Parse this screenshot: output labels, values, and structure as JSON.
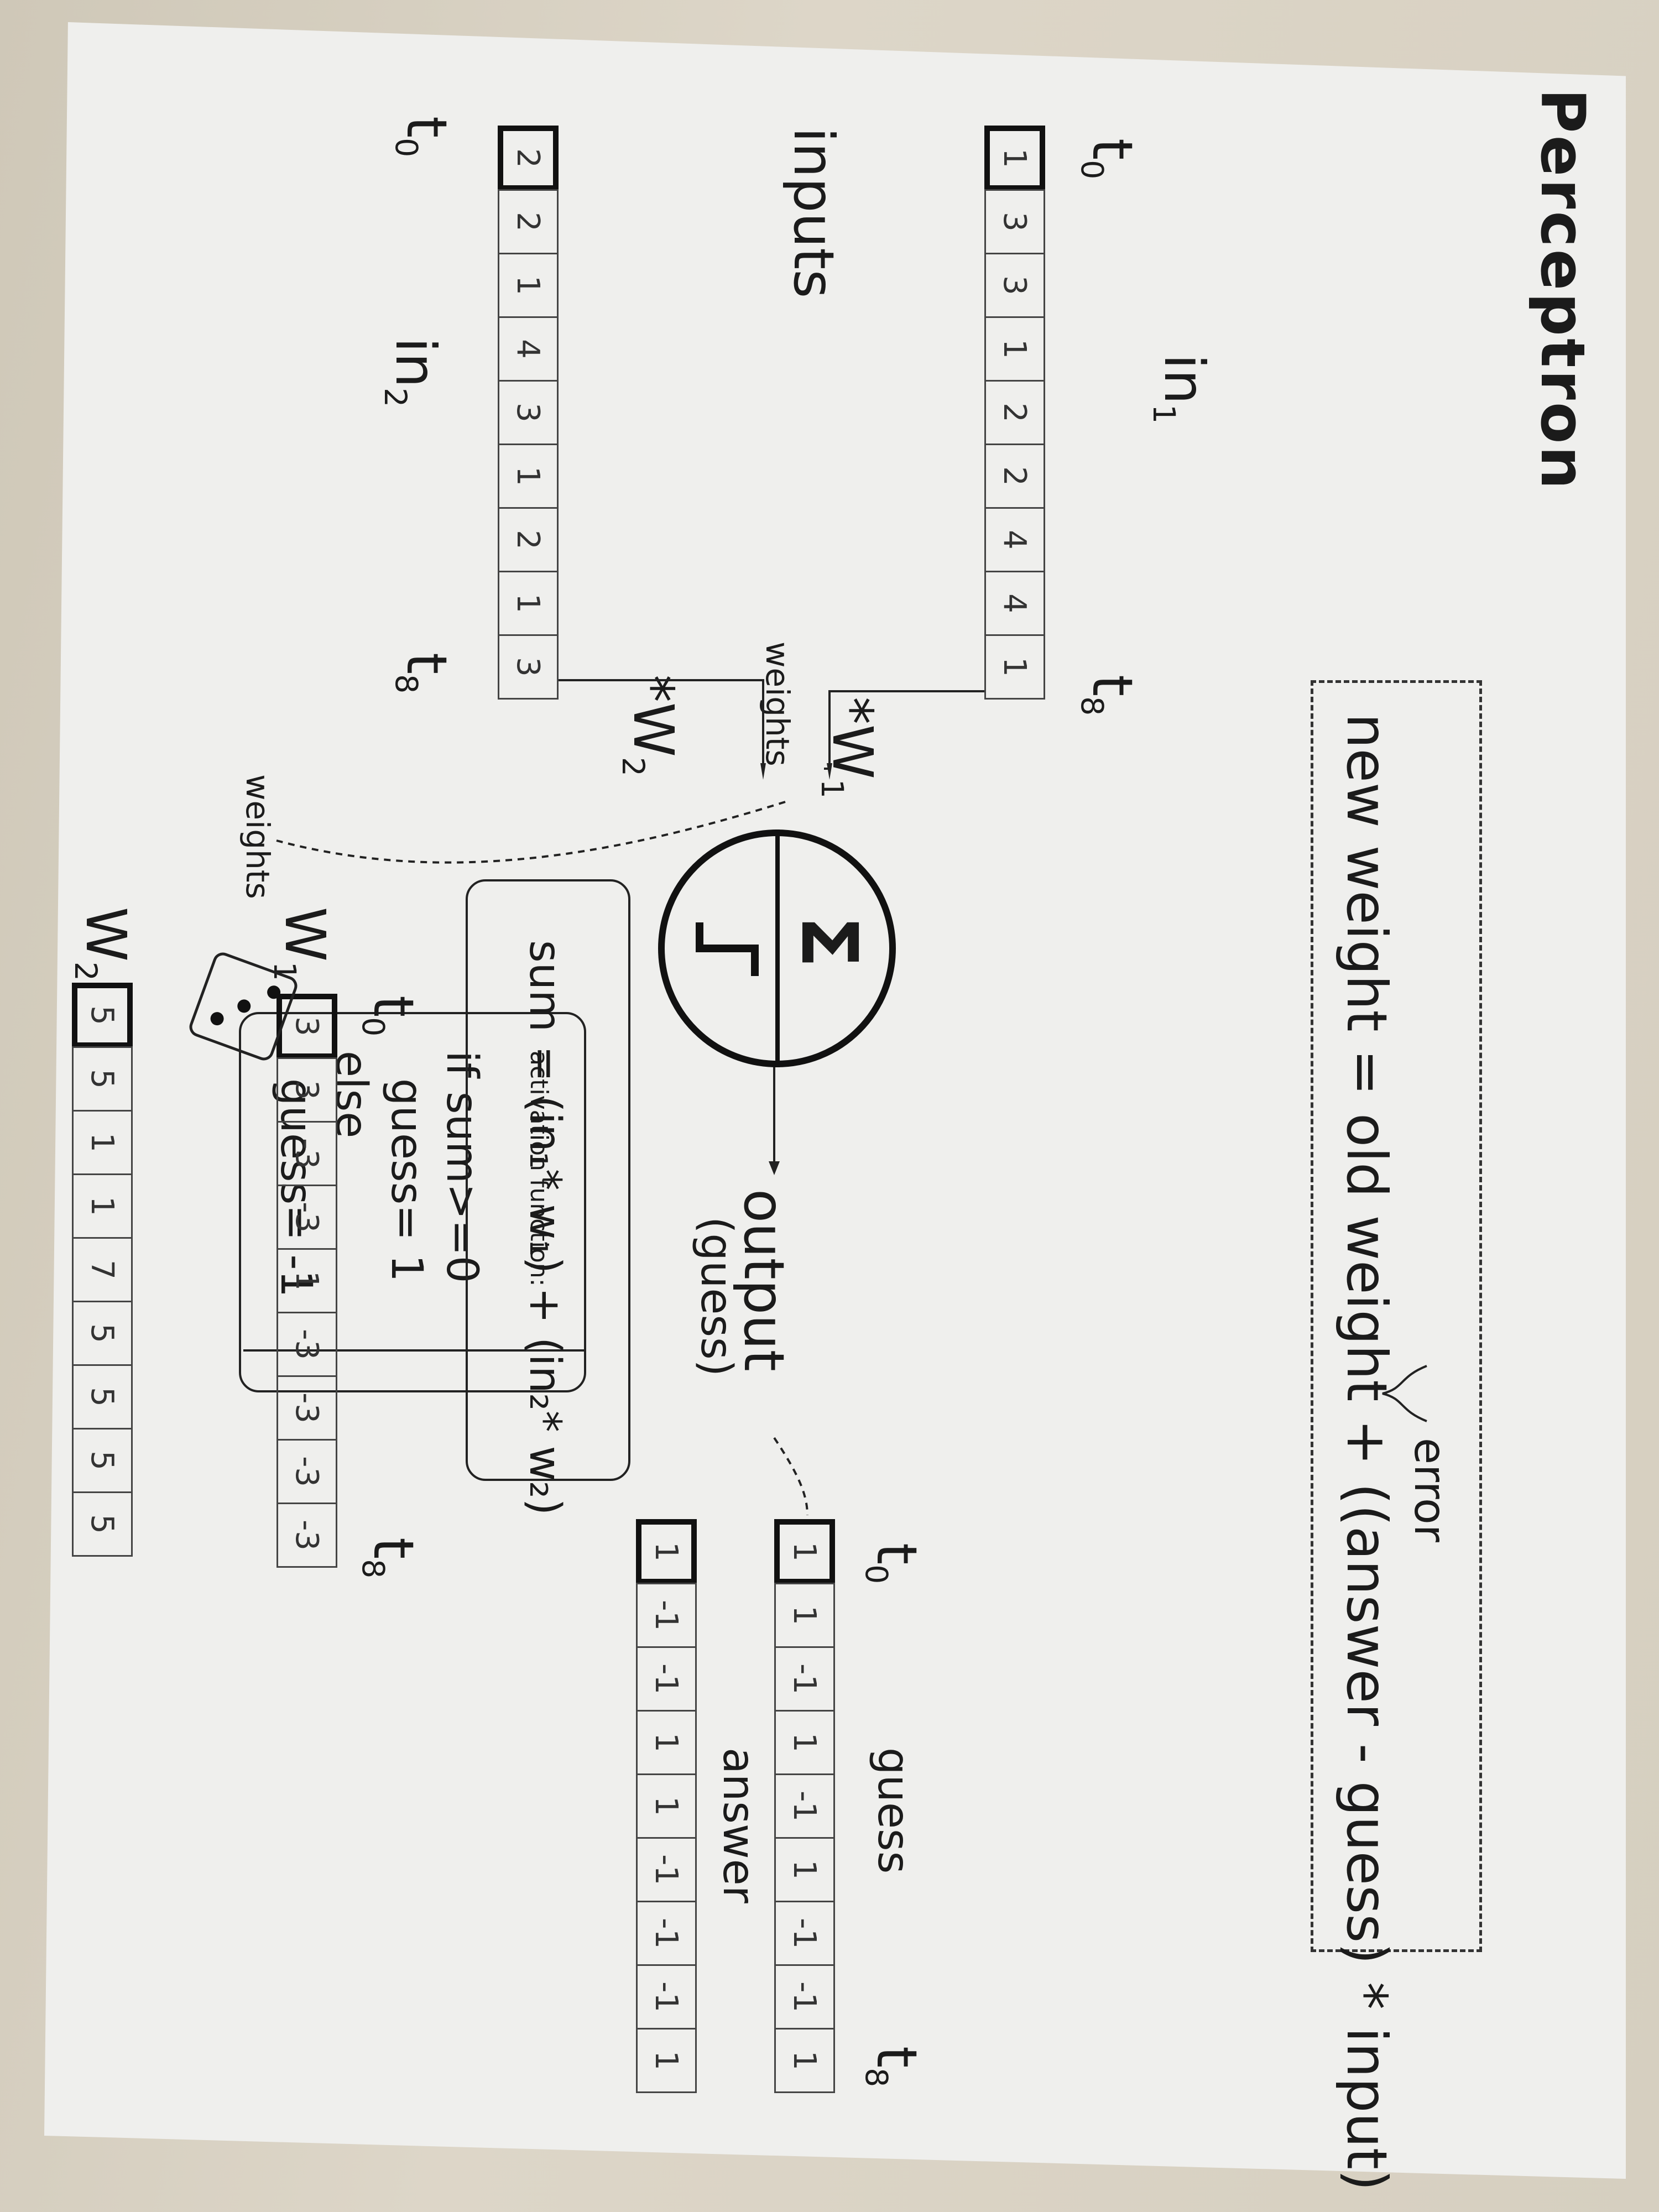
{
  "title": "Perceptron",
  "update_rule": "new weight = old weight + ((answer - guess) * input)",
  "error_label": "error",
  "inputs_label": "inputs",
  "in1_label": "in",
  "in1_sub": "1",
  "in2_label": "in",
  "in2_sub": "2",
  "t0_label": "t",
  "t0_sub": "0",
  "t8_label": "t",
  "t8_sub": "8",
  "in1_values": [
    "1",
    "3",
    "3",
    "1",
    "2",
    "2",
    "4",
    "4",
    "1"
  ],
  "in2_values": [
    "2",
    "2",
    "1",
    "4",
    "3",
    "1",
    "2",
    "1",
    "3"
  ],
  "w1_mult": "*W",
  "w1_mult_sub": "1",
  "w2_mult": "*W",
  "w2_mult_sub": "2",
  "weights_label": "weights",
  "sigma": "Σ",
  "activation": {
    "title": "activation function:",
    "line1": "if sum>=0",
    "line2": "guess= 1",
    "line3": "else",
    "line4": "guess= -1"
  },
  "sum_formula": "sum = (in₁* w₁) + (in₂* w₂)",
  "output_label": "output",
  "output_sub": "(guess)",
  "w1_label": "W",
  "w1_sub": "1",
  "w2_label": "W",
  "w2_sub": "2",
  "w1_values": [
    "3",
    "3",
    "-3",
    "-3",
    "1",
    "-3",
    "-3",
    "-3",
    "-3"
  ],
  "w2_values": [
    "5",
    "5",
    "1",
    "1",
    "7",
    "5",
    "5",
    "5",
    "5"
  ],
  "guess_label": "guess",
  "answer_label": "answer",
  "guess_values": [
    "1",
    "1",
    "-1",
    "1",
    "-1",
    "1",
    "-1",
    "-1",
    "1"
  ],
  "answer_values": [
    "1",
    "-1",
    "-1",
    "1",
    "1",
    "-1",
    "-1",
    "-1",
    "1"
  ],
  "colors": {
    "ink": "#1b1b1b",
    "paper": "#efefed",
    "desk": "#d9d3c6"
  }
}
